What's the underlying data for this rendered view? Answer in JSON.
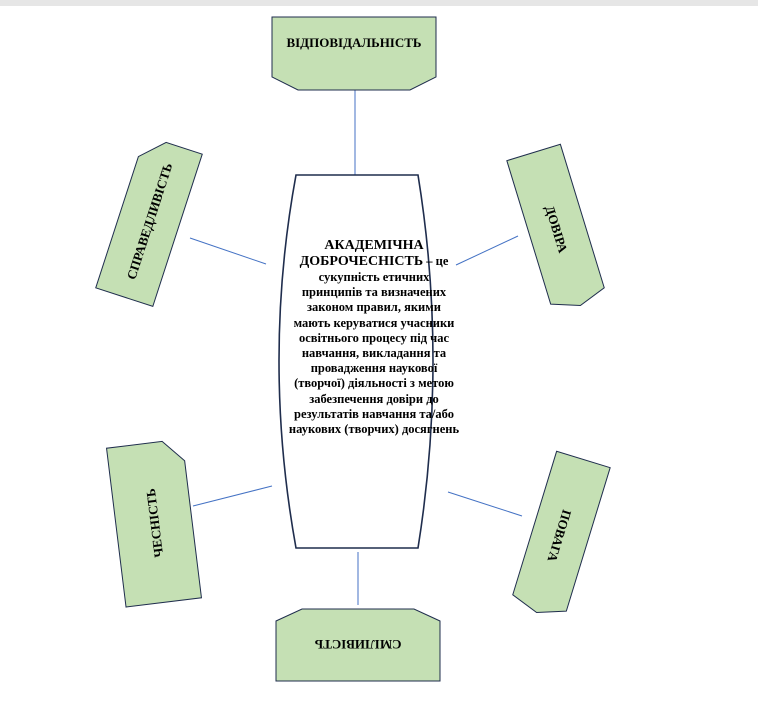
{
  "diagram": {
    "center": {
      "title": "АКАДЕМІЧНА ДОБРОЧЕСНІСТЬ",
      "body": " – це сукупність етичних принципів та визначених законом правил, якими мають керуватися учасники освітнього процесу під час навчання, викладання та провадження наукової (творчої) діяльності з метою забезпечення довіри до результатів навчання та/або наукових (творчих) досягнень"
    },
    "values": [
      "ВІДПОВІДАЛЬНІСТЬ",
      "ДОВІРА",
      "ПОВАГА",
      "СМІЛИВІСТЬ",
      "ЧЕСНІСТЬ",
      "СПРАВЕДЛИВІСТЬ"
    ]
  },
  "colors": {
    "box_fill": "#c5e0b4",
    "outline": "#1f2d4d",
    "connector": "#4472c4"
  }
}
